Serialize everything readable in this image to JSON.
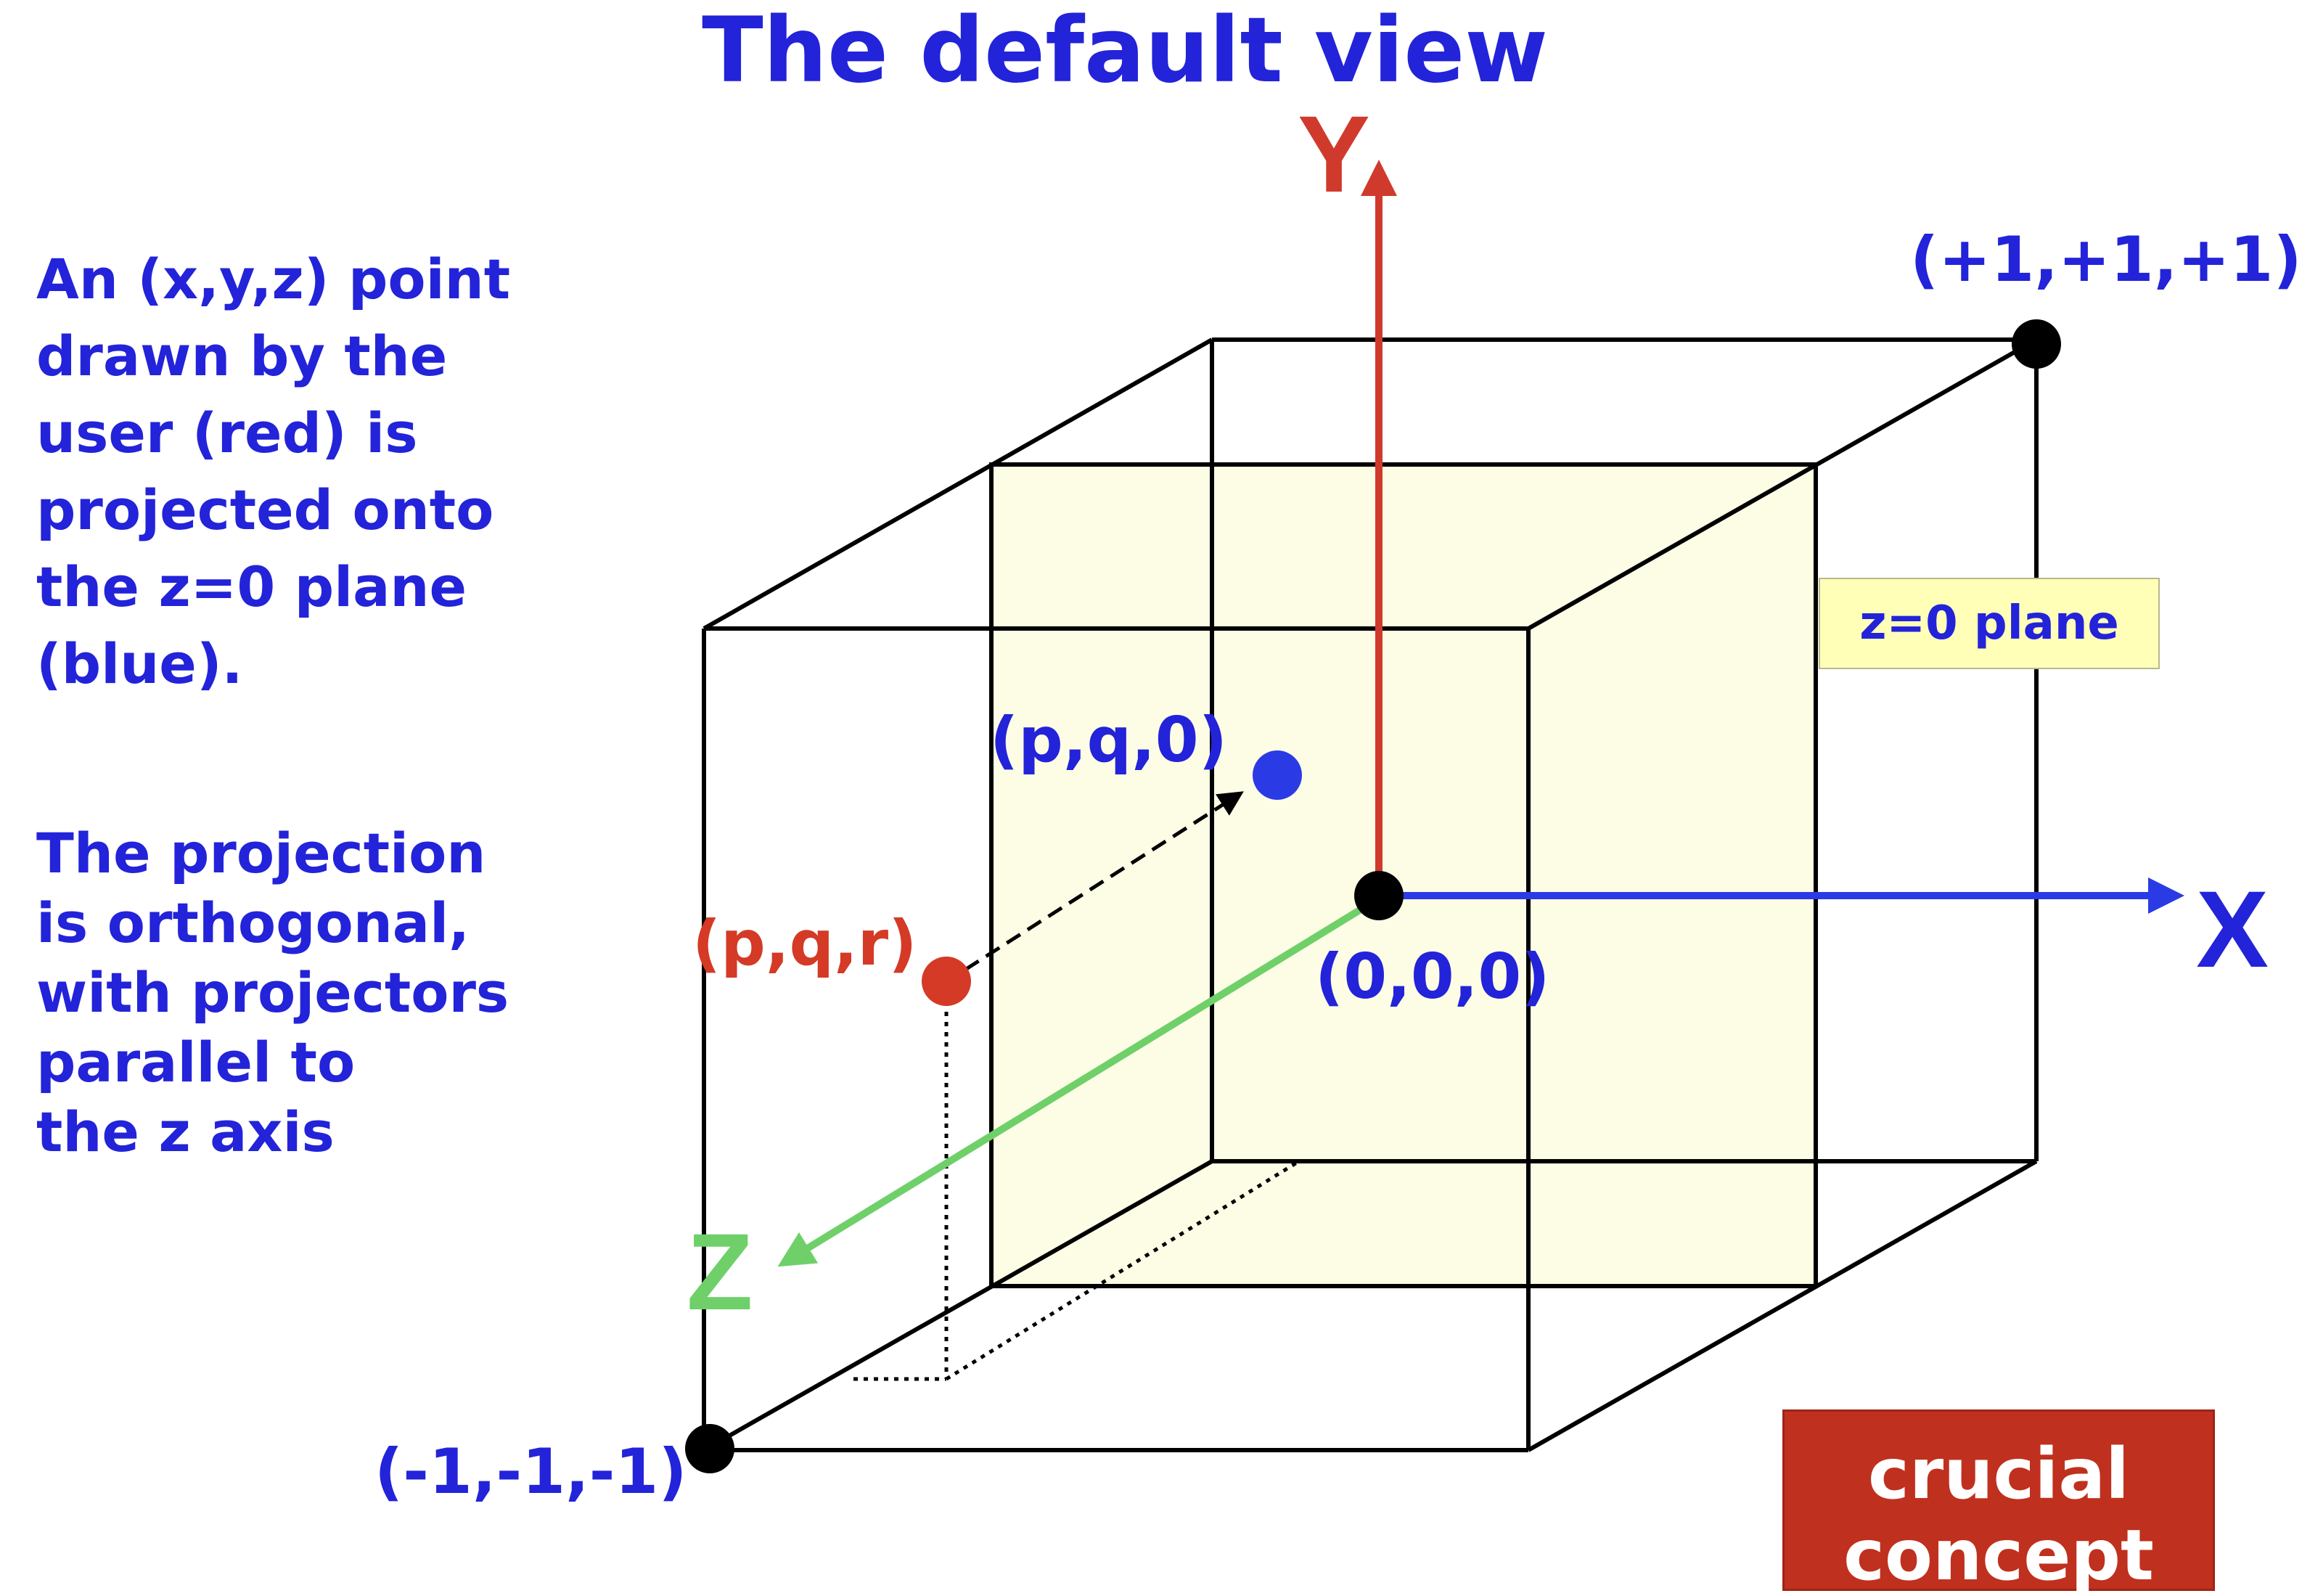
{
  "title": "The default view",
  "description_1": [
    "An (x,y,z) point",
    "drawn by the",
    "user (red) is",
    "projected onto",
    "the z=0 plane",
    "(blue)."
  ],
  "description_2": [
    "The projection",
    "is orthogonal,",
    "with projectors",
    "parallel to",
    "the z axis"
  ],
  "axes": {
    "x_label": "X",
    "y_label": "Y",
    "z_label": "Z"
  },
  "points": {
    "max_corner": "(+1,+1,+1)",
    "min_corner": "(-1,-1,-1)",
    "origin": "(0,0,0)",
    "user_point": "(p,q,r)",
    "projected_point": "(p,q,0)"
  },
  "plane_label": "z=0 plane",
  "badge": "crucial concept",
  "colors": {
    "text_blue": "#2323d9",
    "y_axis_red": "#d03a2c",
    "z_axis_green": "#6fd06a",
    "user_point_red": "#d43a26",
    "projected_point_blue": "#2a3be6",
    "plane_fill": "#fdfde6",
    "badge_red": "#c0301e"
  }
}
